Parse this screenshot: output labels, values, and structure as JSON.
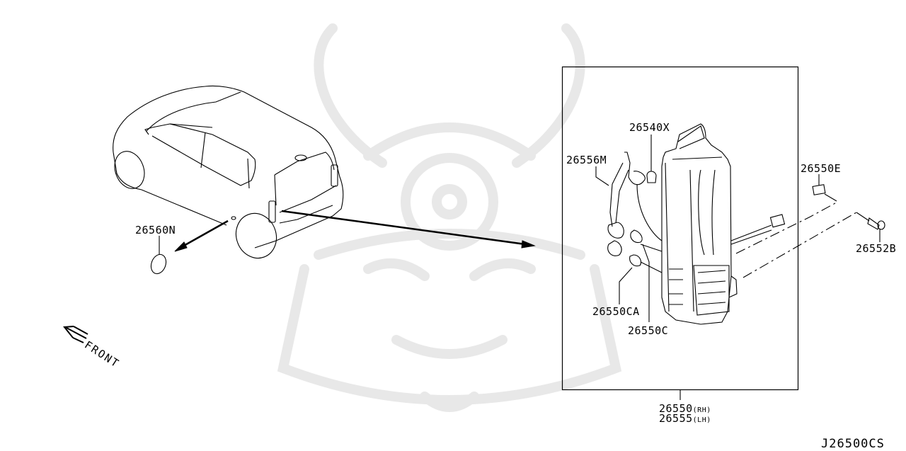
{
  "diagram": {
    "title_code": "J26500CS",
    "direction_label": "FRONT",
    "watermark": "samurai-helmet-logo",
    "colors": {
      "line": "#000000",
      "background": "#ffffff",
      "watermark": "#e6e6e6"
    },
    "callouts": [
      {
        "id": "26560N",
        "label": "26560N",
        "part": "license-lamp-lens"
      },
      {
        "id": "26540X",
        "label": "26540X",
        "part": "bulb"
      },
      {
        "id": "26556M",
        "label": "26556M",
        "part": "harness-socket"
      },
      {
        "id": "26550E",
        "label": "26550E",
        "part": "clip"
      },
      {
        "id": "26552B",
        "label": "26552B",
        "part": "screw"
      },
      {
        "id": "26550CA",
        "label": "26550CA",
        "part": "packing"
      },
      {
        "id": "26550C",
        "label": "26550C",
        "part": "packing"
      }
    ],
    "assembly": {
      "rh_code": "26550",
      "rh_suffix": "(RH)",
      "lh_code": "26555",
      "lh_suffix": "(LH)"
    }
  }
}
